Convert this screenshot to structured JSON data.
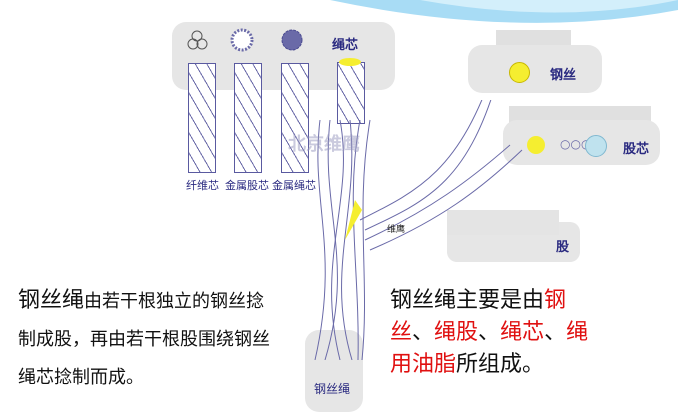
{
  "diagram": {
    "core_panel_title": "绳芯",
    "core_types": [
      "纤维芯",
      "金属股芯",
      "金属绳芯"
    ],
    "wire_label": "钢丝",
    "strand_core_label": "股芯",
    "strand_partial_label": "股",
    "rope_label": "钢丝绳",
    "watermark": "北京维鹰",
    "logo_text": "维鹰"
  },
  "left_text": {
    "highlight": "钢丝绳",
    "rest": "由若干根独立的钢丝捻制成股，再由若干根股围绕钢丝绳芯捻制而成。"
  },
  "right_text": {
    "p1": "钢丝绳主要是由",
    "r1": "钢丝",
    "s1": "、",
    "r2": "绳股",
    "s2": "、",
    "r3": "绳芯",
    "s3": "、",
    "r4": "绳用油脂",
    "p2": "所组成。"
  },
  "colors": {
    "accent_red": "#e01010",
    "label_blue": "#2a2a80",
    "wire_yellow": "#f5ee30",
    "swoosh": "#a8dcf5"
  }
}
